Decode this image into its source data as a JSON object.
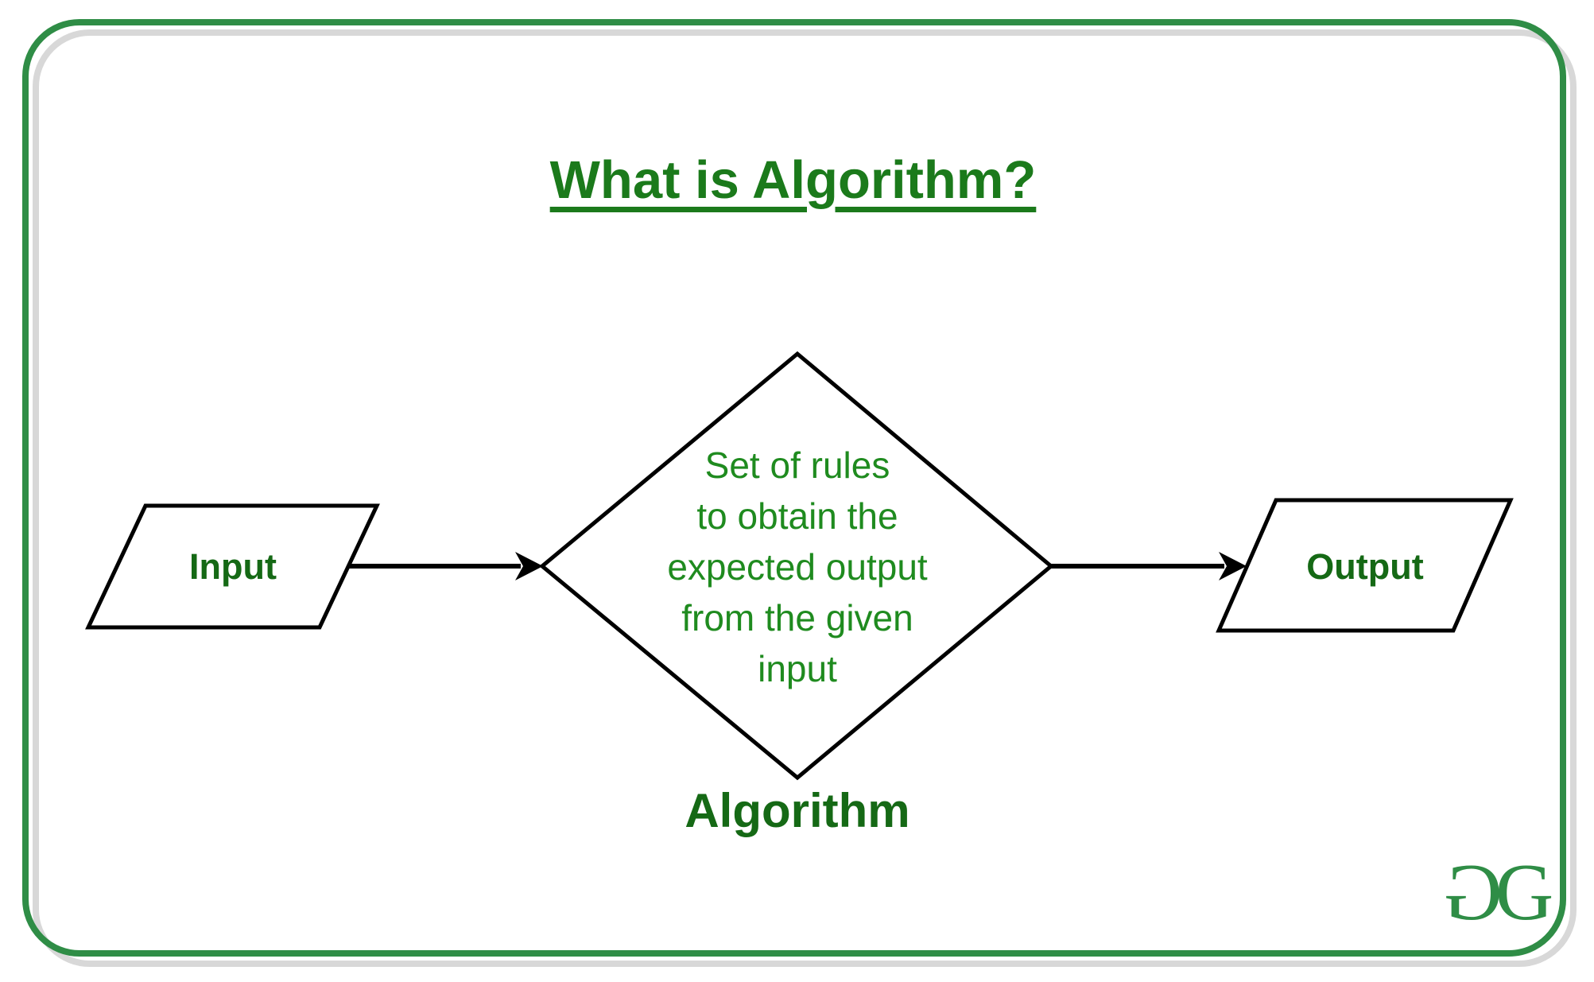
{
  "page": {
    "title": "What is Algorithm?"
  },
  "flowchart": {
    "input": {
      "label": "Input"
    },
    "algorithm": {
      "description": "Set of rules\nto obtain the\nexpected output\nfrom the given\ninput",
      "label": "Algorithm"
    },
    "output": {
      "label": "Output"
    }
  },
  "logo": {
    "left_glyph": "G",
    "right_glyph": "G"
  },
  "colors": {
    "border_green": "#2f8d46",
    "border_shadow_gray": "#d8d8d8",
    "title_green": "#1b7a1b",
    "diamond_text_green": "#1f8b1f",
    "label_green": "#156915",
    "shape_stroke": "#000000",
    "logo_green": "#2f8d46"
  }
}
